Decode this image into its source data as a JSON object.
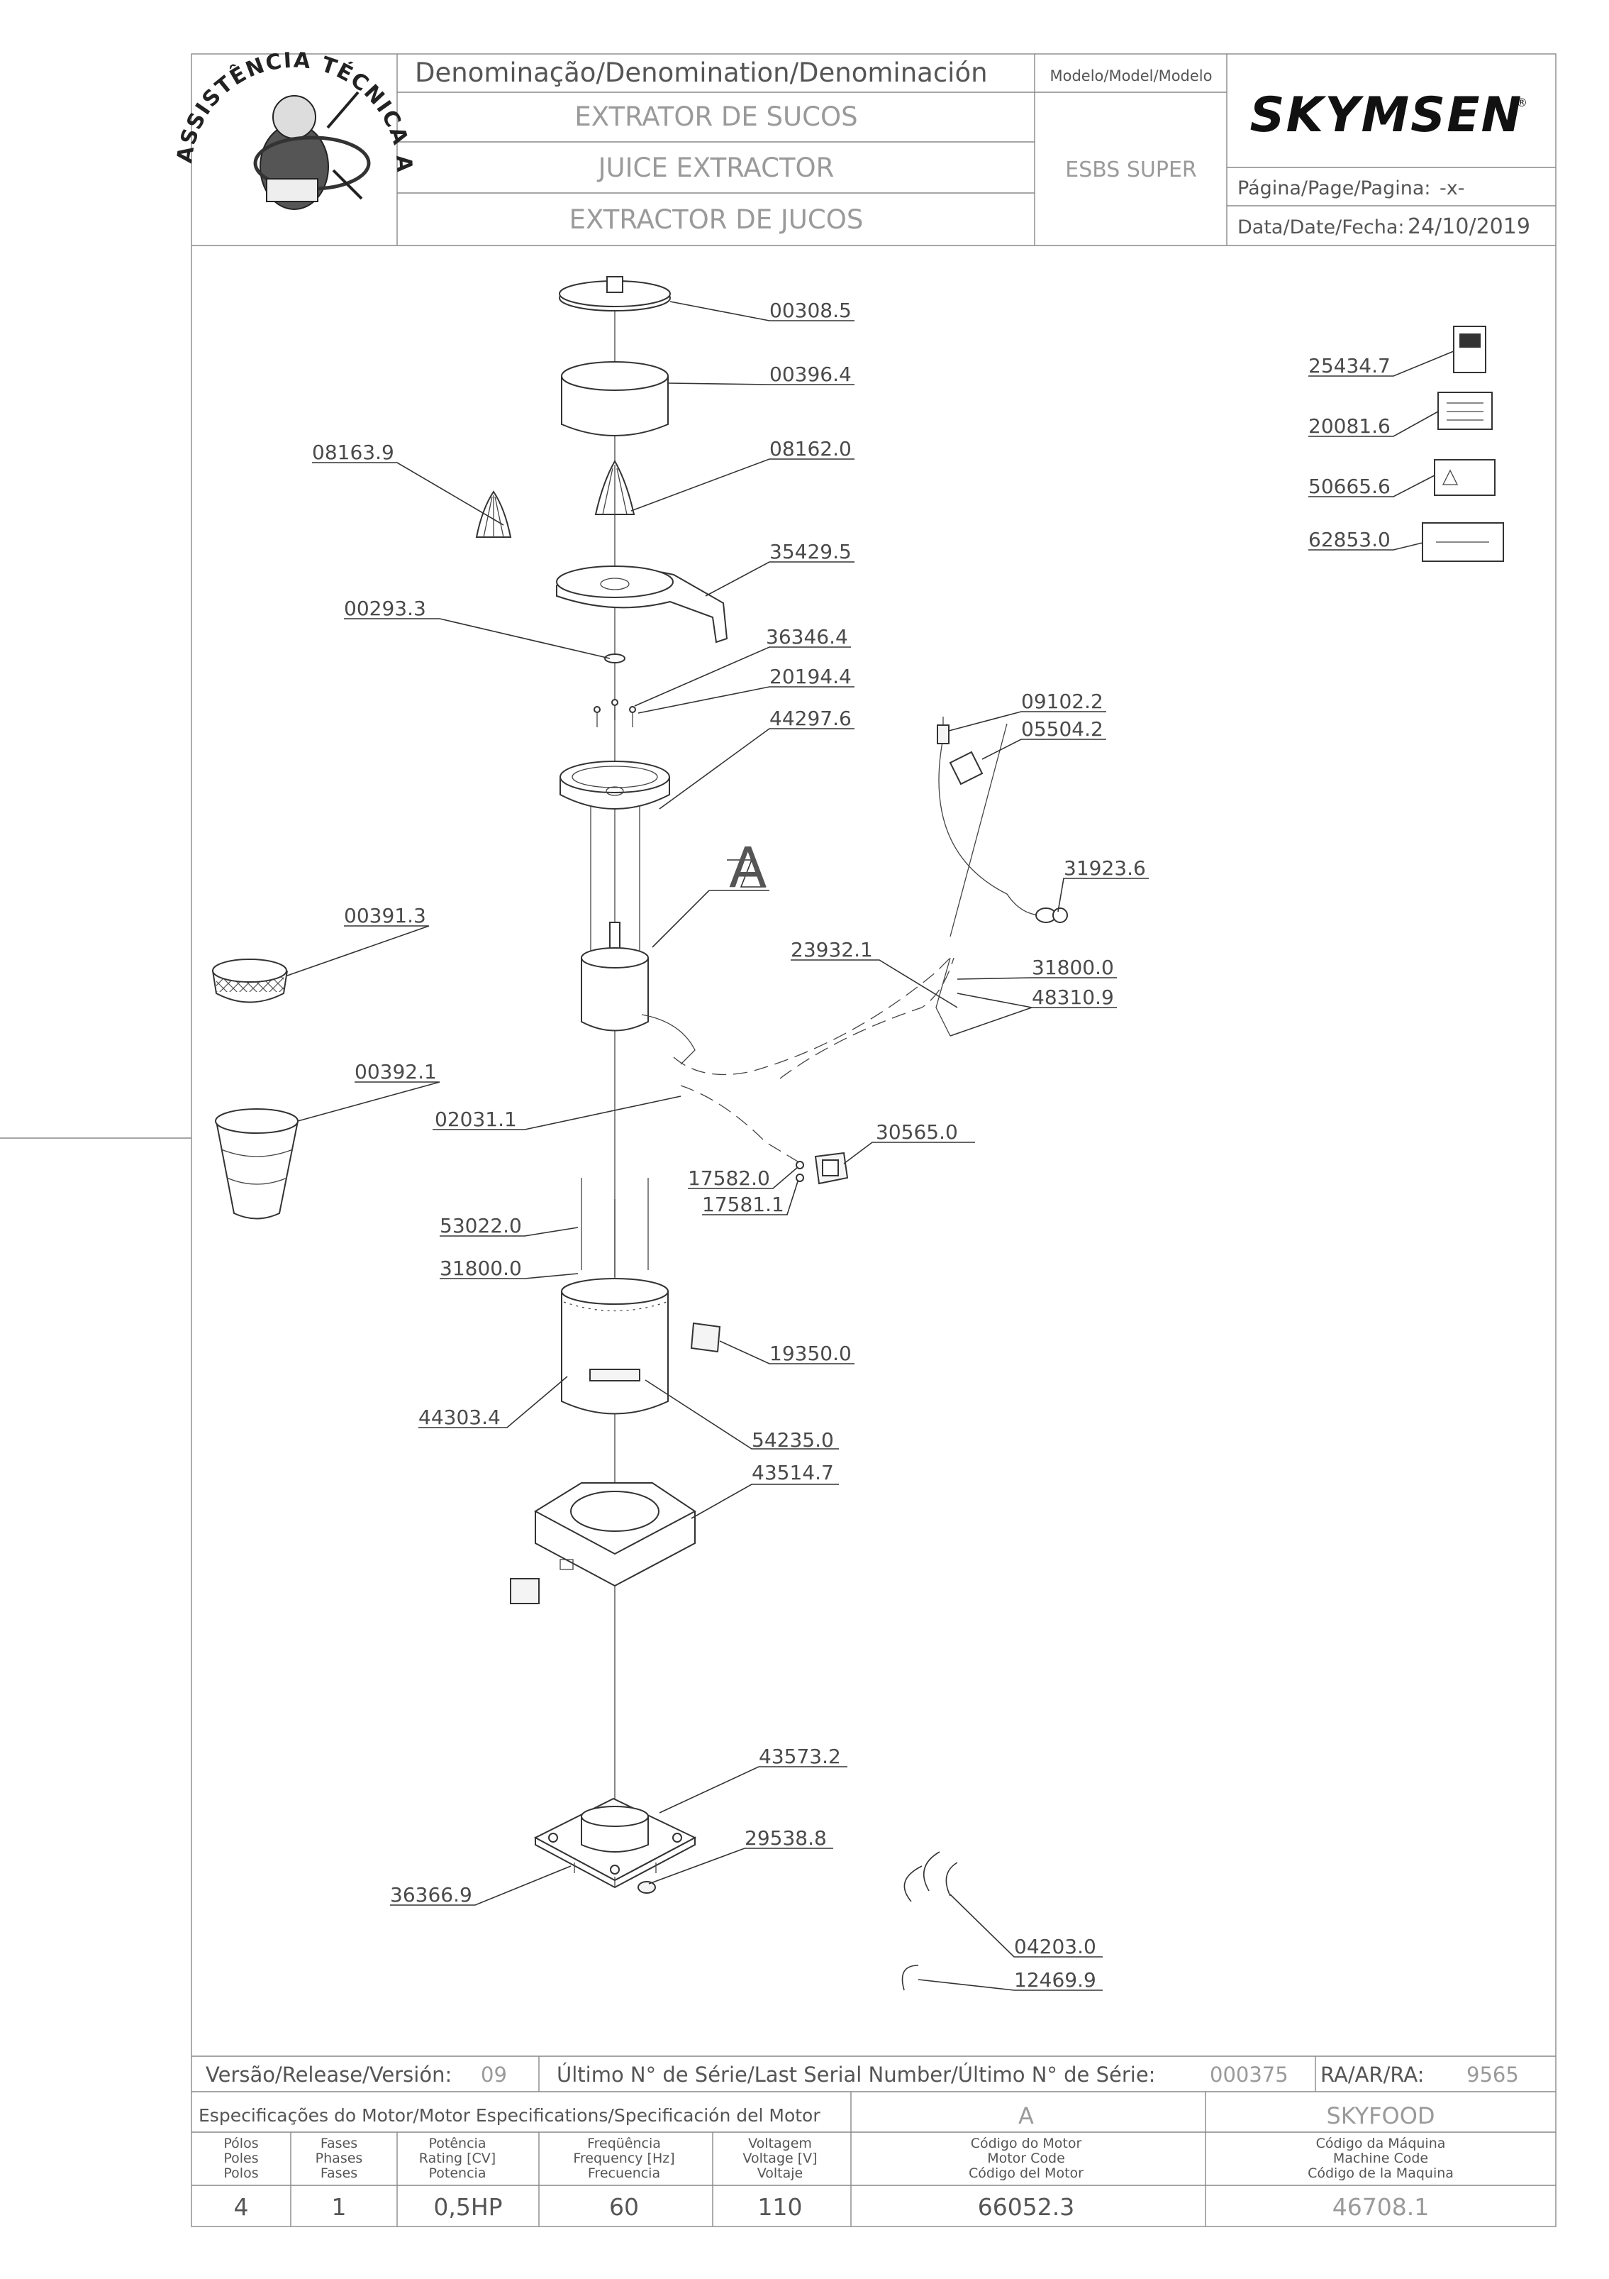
{
  "header": {
    "logo_ring_text": "ASSISTÊNCIA TÉCNICA AUTORIZADA",
    "denomination_label": "Denominação/Denomination/Denominación",
    "model_label": "Modelo/Model/Modelo",
    "name_pt": "EXTRATOR DE SUCOS",
    "name_en": "JUICE EXTRACTOR",
    "name_es": "EXTRACTOR DE JUCOS",
    "model_value": "ESBS SUPER",
    "brand": "SKYMSEN",
    "brand_mark": "®",
    "page_label": "Página/Page/Pagina:",
    "page_value": "-x-",
    "date_label": "Data/Date/Fecha:",
    "date_value": "24/10/2019"
  },
  "diagram": {
    "view_label": "A",
    "parts": {
      "p00308_5": "00308.5",
      "p00396_4": "00396.4",
      "p08163_9": "08163.9",
      "p08162_0": "08162.0",
      "p35429_5": "35429.5",
      "p00293_3": "00293.3",
      "p36346_4": "36346.4",
      "p20194_4": "20194.4",
      "p44297_6": "44297.6",
      "p09102_2": "09102.2",
      "p05504_2": "05504.2",
      "p31923_6": "31923.6",
      "p23932_1": "23932.1",
      "p31800_0a": "31800.0",
      "p48310_9": "48310.9",
      "p00391_3": "00391.3",
      "p00392_1": "00392.1",
      "p02031_1": "02031.1",
      "p30565_0": "30565.0",
      "p17582_0": "17582.0",
      "p17581_1": "17581.1",
      "p53022_0": "53022.0",
      "p31800_0b": "31800.0",
      "p19350_0": "19350.0",
      "p44303_4": "44303.4",
      "p54235_0": "54235.0",
      "p43514_7": "43514.7",
      "p43573_2": "43573.2",
      "p29538_8": "29538.8",
      "p36366_9": "36366.9",
      "p04203_0": "04203.0",
      "p12469_9": "12469.9",
      "p25434_7": "25434.7",
      "p20081_6": "20081.6",
      "p50665_6": "50665.6",
      "p62853_0": "62853.0"
    }
  },
  "footer": {
    "version_label": "Versão/Release/Versión:",
    "version_value": "09",
    "serial_label": "Último N° de Série/Last Serial Number/Último N° de Série:",
    "serial_value": "000375",
    "ra_label": "RA/AR/RA:",
    "ra_value": "9565",
    "motor_spec_label": "Especificações do Motor/Motor Especifications/Specificación del Motor",
    "motor_variant": "A",
    "brand_line": "SKYFOOD",
    "col_poles": [
      "Pólos",
      "Poles",
      "Polos"
    ],
    "col_phases": [
      "Fases",
      "Phases",
      "Fases"
    ],
    "col_power": [
      "Potência",
      "Rating [CV]",
      "Potencia"
    ],
    "col_freq": [
      "Freqüência",
      "Frequency [Hz]",
      "Frecuencia"
    ],
    "col_voltage": [
      "Voltagem",
      "Voltage [V]",
      "Voltaje"
    ],
    "col_motor_code": [
      "Código do Motor",
      "Motor Code",
      "Código del Motor"
    ],
    "col_machine_code": [
      "Código da Máquina",
      "Machine Code",
      "Código de la Maquina"
    ],
    "val_poles": "4",
    "val_phases": "1",
    "val_power": "0,5HP",
    "val_freq": "60",
    "val_voltage": "110",
    "val_motor_code": "66052.3",
    "val_machine_code": "46708.1"
  }
}
